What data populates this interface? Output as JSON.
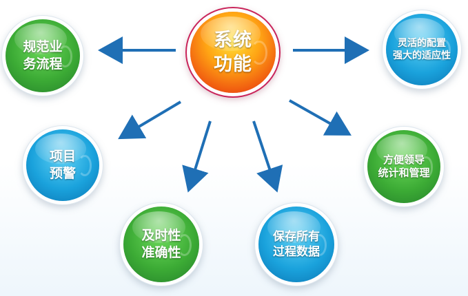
{
  "center": {
    "label": "系统\n功能"
  },
  "nodes": [
    {
      "id": "standard-process",
      "label": "规范业\n务流程",
      "color": "green"
    },
    {
      "id": "flexible-config",
      "label": "灵活的配置\n强大的适应性",
      "color": "blue"
    },
    {
      "id": "project-warning",
      "label": "项目\n预警",
      "color": "blue"
    },
    {
      "id": "leader-stats",
      "label": "方便领导\n统计和管理",
      "color": "green"
    },
    {
      "id": "timely-accurate",
      "label": "及时性\n准确性",
      "color": "green"
    },
    {
      "id": "save-all-data",
      "label": "保存所有\n过程数据",
      "color": "blue"
    }
  ],
  "colors": {
    "arrow": "#1f6fb5",
    "green": "#3cab35",
    "blue": "#1aa2dc",
    "core": "#f05a10"
  }
}
